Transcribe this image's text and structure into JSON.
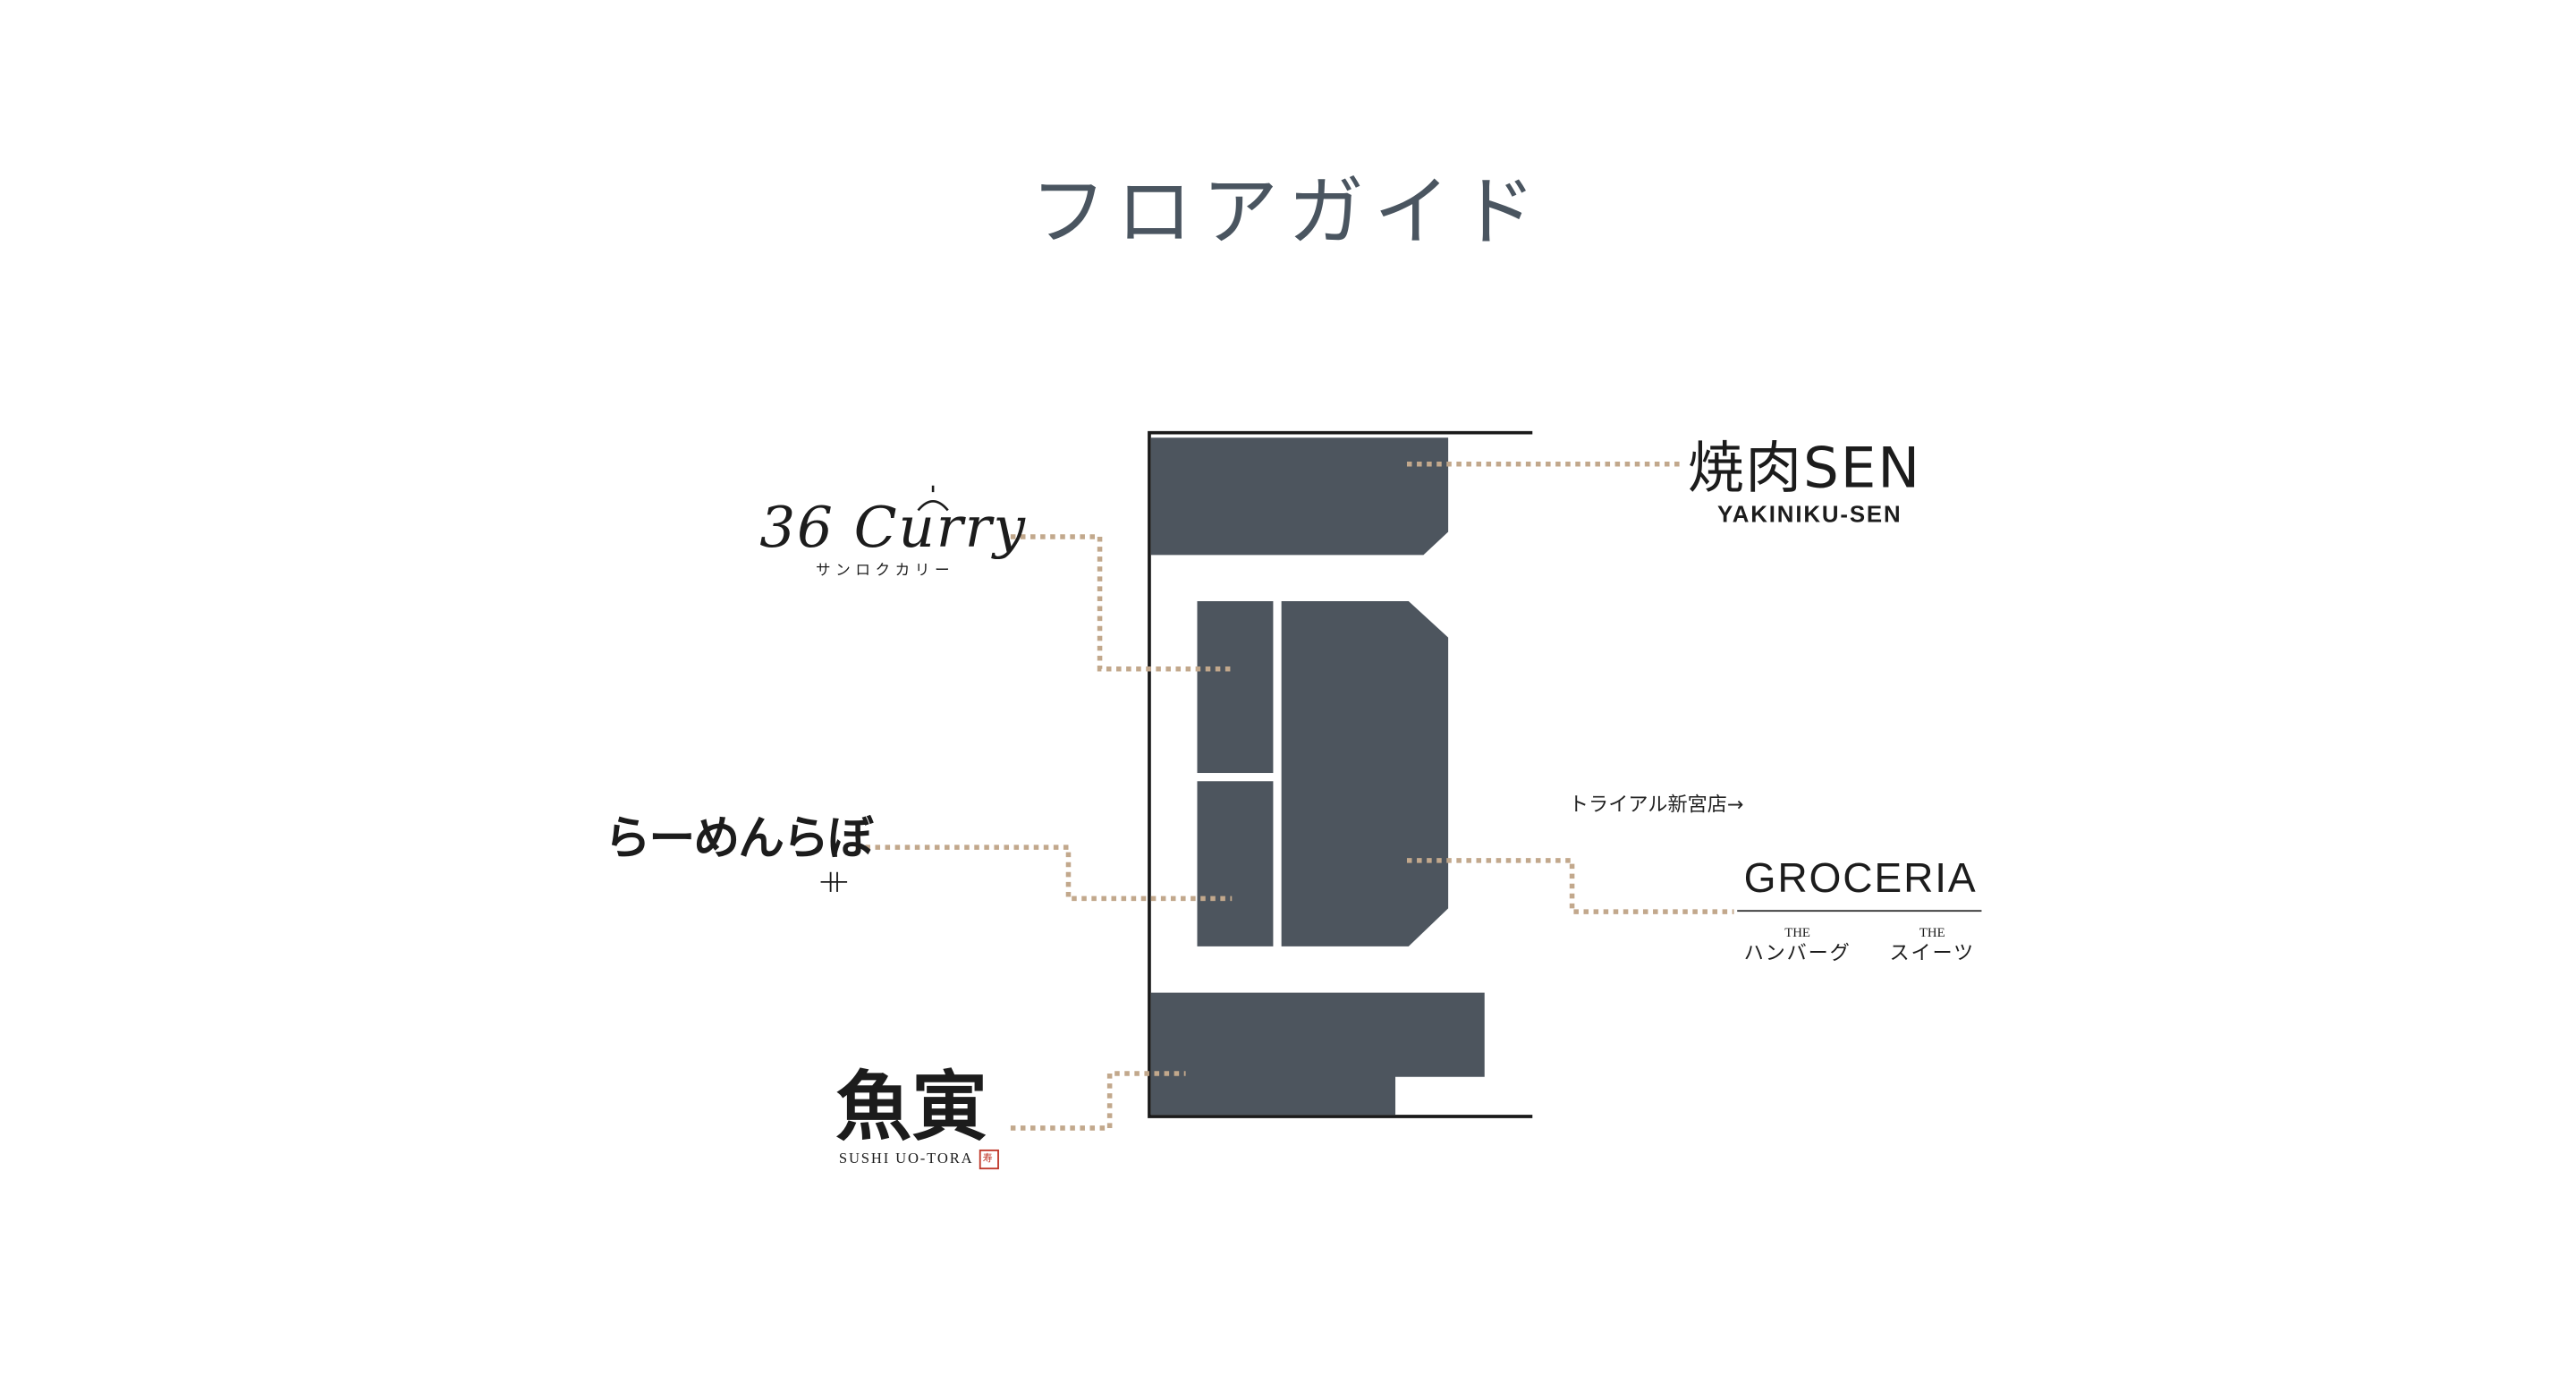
{
  "page": {
    "title": "フロアガイド"
  },
  "colors": {
    "block": "#4d555e",
    "leader": "#c2a88c",
    "wall": "#1a1a1a",
    "title": "#4a5560"
  },
  "shops": {
    "yakiniku": {
      "name": "焼肉SEN",
      "romaji": "YAKINIKU-SEN"
    },
    "curry": {
      "name": "36 Curry",
      "kana": "サンロクカリー"
    },
    "ramen": {
      "name": "らーめんらぼ"
    },
    "uotora": {
      "name": "魚寅",
      "romaji": "SUSHI UO-TORA",
      "seal": "寿"
    },
    "groceria": {
      "name": "GROCERIA",
      "brands": [
        {
          "prefix": "THE",
          "name": "ハンバーグ"
        },
        {
          "prefix": "THE",
          "name": "スイーツ"
        }
      ]
    }
  },
  "neighbor": {
    "label": "トライアル新宮店→"
  }
}
